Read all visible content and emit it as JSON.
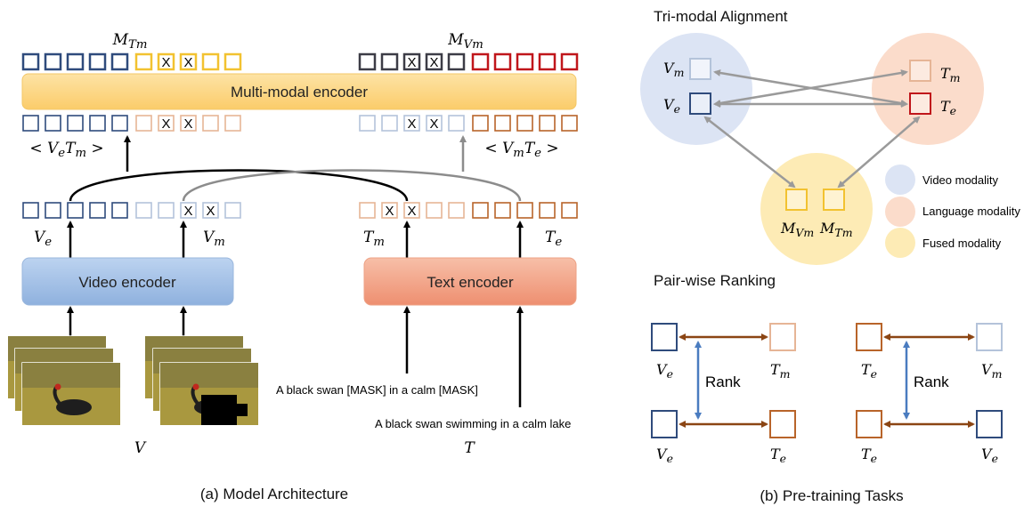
{
  "colors": {
    "video_dark": "#2f4b7c",
    "video_light": "#b4c3da",
    "text_dark": "#b8642a",
    "text_light": "#e6b596",
    "mask_yellow": "#f2c230",
    "red": "#c0161b",
    "grey_box": "#3c3c46",
    "video_encoder_fill": "#a7c3e8",
    "text_encoder_fill": "#f3a58a",
    "mm_encoder_fill": "#fcd887",
    "video_circle": "#dce4f4",
    "lang_circle": "#fbdccb",
    "fused_circle": "#fdebb5",
    "rank_arrow_brown": "#8b4513",
    "rank_arrow_blue": "#4a7cc0",
    "gray_line": "#8c8c8c"
  },
  "panel_a": {
    "encoders": {
      "multimodal": "Multi-modal encoder",
      "video": "Video encoder",
      "text": "Text encoder"
    },
    "top_labels": {
      "mtm": {
        "base": "M",
        "sub": "Tm"
      },
      "mvm": {
        "base": "M",
        "sub": "Vm"
      }
    },
    "pair_labels": {
      "vete": {
        "open": "< ",
        "b1": "V",
        "s1": "e",
        "b2": "T",
        "s2": "m",
        "close": " >"
      },
      "vmte": {
        "open": "< ",
        "b1": "V",
        "s1": "m",
        "b2": "T",
        "s2": "e",
        "close": " >"
      }
    },
    "token_labels": {
      "ve": {
        "base": "V",
        "sub": "e"
      },
      "vm": {
        "base": "V",
        "sub": "m"
      },
      "tm": {
        "base": "T",
        "sub": "m"
      },
      "te": {
        "base": "T",
        "sub": "e"
      }
    },
    "mask_mark": "X",
    "masked_sentence": "A black swan [MASK] in a calm [MASK]",
    "full_sentence": "A black swan swimming in a calm lake",
    "video_symbol": "V",
    "text_symbol": "T",
    "caption": "(a) Model Architecture"
  },
  "panel_b": {
    "trimodal_title": "Tri-modal Alignment",
    "node_labels": {
      "vm": {
        "base": "V",
        "sub": "m"
      },
      "ve": {
        "base": "V",
        "sub": "e"
      },
      "tm": {
        "base": "T",
        "sub": "m"
      },
      "te": {
        "base": "T",
        "sub": "e"
      },
      "mvm": {
        "base": "M",
        "sub": "Vm"
      },
      "mtm": {
        "base": "M",
        "sub": "Tm"
      }
    },
    "legend": [
      {
        "label": "Video modality",
        "color": "#dce4f4"
      },
      {
        "label": "Language modality",
        "color": "#fbdccb"
      },
      {
        "label": "Fused modality",
        "color": "#fdebb5"
      }
    ],
    "ranking_title": "Pair-wise Ranking",
    "rank_word": "Rank",
    "ranking_left": {
      "top_left": {
        "base": "V",
        "sub": "e"
      },
      "top_right": {
        "base": "T",
        "sub": "m"
      },
      "bottom_left": {
        "base": "V",
        "sub": "e"
      },
      "bottom_right": {
        "base": "T",
        "sub": "e"
      }
    },
    "ranking_right": {
      "top_left": {
        "base": "T",
        "sub": "e"
      },
      "top_right": {
        "base": "V",
        "sub": "m"
      },
      "bottom_left": {
        "base": "T",
        "sub": "e"
      },
      "bottom_right": {
        "base": "V",
        "sub": "e"
      }
    },
    "caption": "(b) Pre-training Tasks"
  }
}
